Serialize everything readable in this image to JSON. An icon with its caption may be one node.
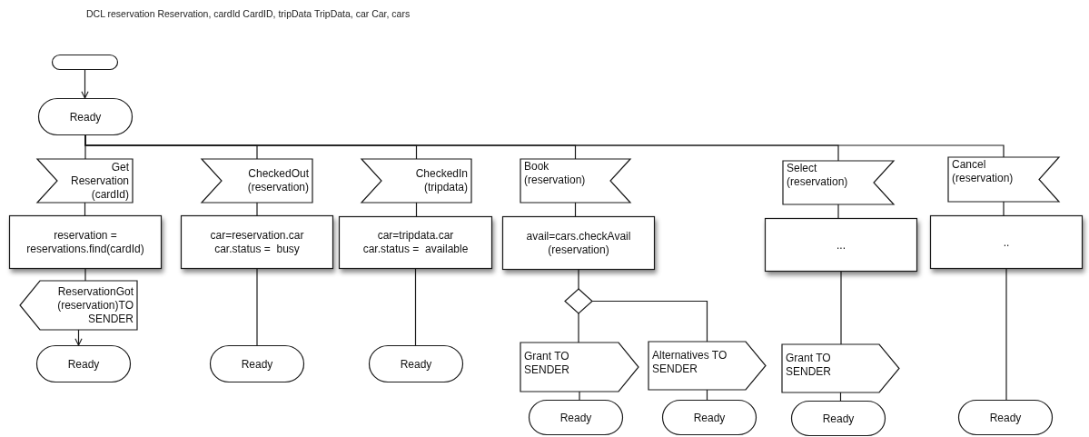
{
  "diagram": {
    "nodes": [
      {
        "text": [],
        "shape": "terminal"
      },
      {
        "text": [
          "Ready"
        ]
      },
      {
        "text": [
          "Get Reservation (cardId)"
        ]
      },
      {
        "text": [
          "CheckedOut (reservation)"
        ]
      },
      {
        "text": [
          "CheckedIn (tripdata)"
        ]
      },
      {
        "text": [
          "Book (reservation)"
        ]
      },
      {
        "text": [
          "Select (reservation)"
        ]
      },
      {
        "text": [
          "Cancel (reservation)"
        ]
      },
      {
        "text": [
          "reservation = reservations.find(cardId)"
        ]
      },
      {
        "text": [
          "car=reservation.car car.status =  busy"
        ]
      },
      {
        "text": [
          "car=tripdata.car car.status =  available"
        ]
      },
      {
        "text": [
          "avail=cars.checkAvail (reservation)"
        ]
      },
      {
        "text": [
          "..."
        ]
      },
      {
        "text": [
          ".."
        ]
      },
      {
        "text": [
          "ReservationGot (reservation)TO SENDER"
        ]
      },
      {
        "text": [
          "Ready"
        ]
      },
      {
        "text": [
          "Ready"
        ]
      },
      {
        "text": [
          "Ready"
        ]
      },
      {
        "text": [],
        "shape": "diamond"
      },
      {
        "text": [
          "Grant TO SENDER"
        ]
      },
      {
        "text": [
          "Alternatives TO SENDER"
        ]
      },
      {
        "text": [
          "Ready"
        ]
      },
      {
        "text": [
          "Ready"
        ]
      },
      {
        "text": [
          "Grant TO SENDER"
        ]
      },
      {
        "text": [
          "Ready"
        ]
      },
      {
        "text": [
          "Ready"
        ]
      }
    ],
    "edges": [
      {
        "from": 0,
        "to": 1,
        "arrow": "to"
      },
      {
        "from": 1,
        "to": 2,
        "arrow": "none"
      },
      {
        "from": 1,
        "to": 3,
        "arrow": "none"
      },
      {
        "from": 1,
        "to": 4,
        "arrow": "none"
      },
      {
        "from": 1,
        "to": 5,
        "arrow": "none"
      },
      {
        "from": 1,
        "to": 6,
        "arrow": "none"
      },
      {
        "from": 1,
        "to": 7,
        "arrow": "none"
      },
      {
        "from": 2,
        "to": 8,
        "arrow": "none"
      },
      {
        "from": 8,
        "to": 14,
        "arrow": "none"
      },
      {
        "from": 14,
        "to": 15,
        "arrow": "to"
      },
      {
        "from": 3,
        "to": 9,
        "arrow": "none"
      },
      {
        "from": 9,
        "to": 16,
        "arrow": "none"
      },
      {
        "from": 4,
        "to": 10,
        "arrow": "none"
      },
      {
        "from": 10,
        "to": 17,
        "arrow": "none"
      },
      {
        "from": 5,
        "to": 11,
        "arrow": "none"
      },
      {
        "from": 11,
        "to": 18,
        "arrow": "none"
      },
      {
        "from": 18,
        "to": 19,
        "arrow": "none"
      },
      {
        "from": 18,
        "to": 20,
        "arrow": "none"
      },
      {
        "from": 19,
        "to": 21,
        "arrow": "none"
      },
      {
        "from": 20,
        "to": 22,
        "arrow": "none"
      },
      {
        "from": 6,
        "to": 12,
        "arrow": "none"
      },
      {
        "from": 12,
        "to": 23,
        "arrow": "none"
      },
      {
        "from": 23,
        "to": 24,
        "arrow": "none"
      },
      {
        "from": 7,
        "to": 13,
        "arrow": "none"
      },
      {
        "from": 13,
        "to": 25,
        "arrow": "none"
      }
    ],
    "labels": [
      "DCL reservation Reservation, cardId CardID, tripData TripData, car Car, cars"
    ]
  }
}
